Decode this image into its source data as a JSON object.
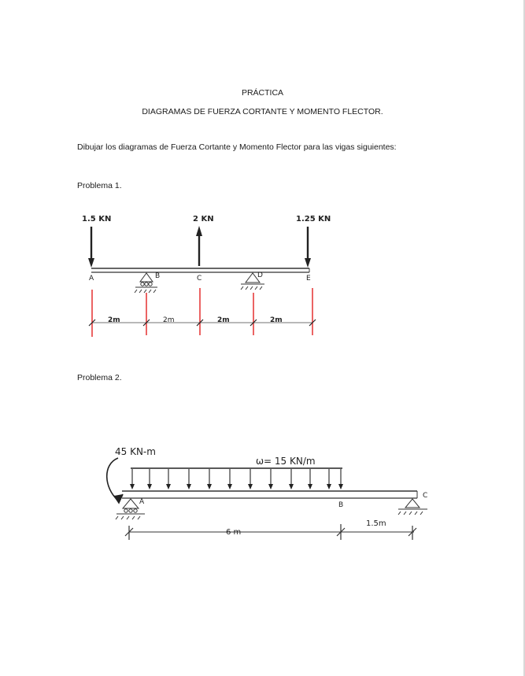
{
  "document": {
    "title": "PRÁCTICA",
    "subtitle": "DIAGRAMAS DE FUERZA CORTANTE Y MOMENTO FLECTOR.",
    "instructions": "Dibujar los diagramas de Fuerza Cortante y Momento Flector para las vigas siguientes:"
  },
  "problem1": {
    "label": "Problema 1.",
    "loads": [
      "1.5 KN",
      "2 KN",
      "1.25 KN"
    ],
    "points": [
      "A",
      "B",
      "C",
      "D",
      "E"
    ],
    "spans": [
      "2m",
      "2m",
      "2m",
      "2m"
    ]
  },
  "problem2": {
    "label": "Problema 2.",
    "moment": "45 KN-m",
    "distributed_load": "ω= 15 KN/m",
    "points": [
      "A",
      "B",
      "C"
    ],
    "spans": [
      "6 m",
      "1.5m"
    ]
  },
  "colors": {
    "dimension_lines": "#e01010",
    "ink": "#222222"
  }
}
